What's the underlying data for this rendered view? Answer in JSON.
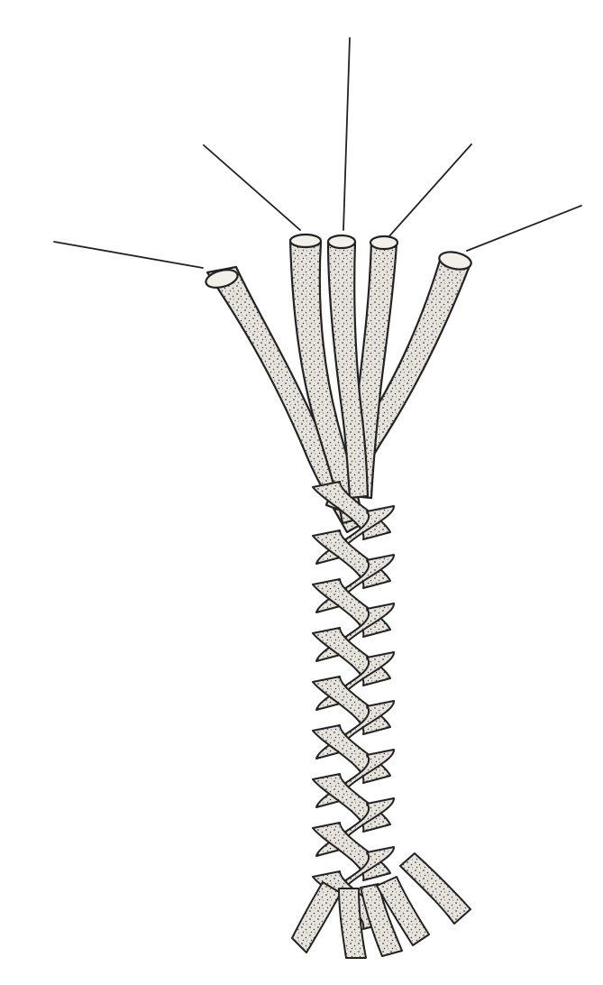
{
  "figure": {
    "kind": "five-strand plait illustration",
    "strand_count": 5,
    "label_count": 5,
    "labels": [],
    "colors": {
      "background": "#ffffff",
      "ink": "#222222",
      "strand_fill": "#e6e2dc",
      "stipple": "#3a3a3a"
    }
  }
}
